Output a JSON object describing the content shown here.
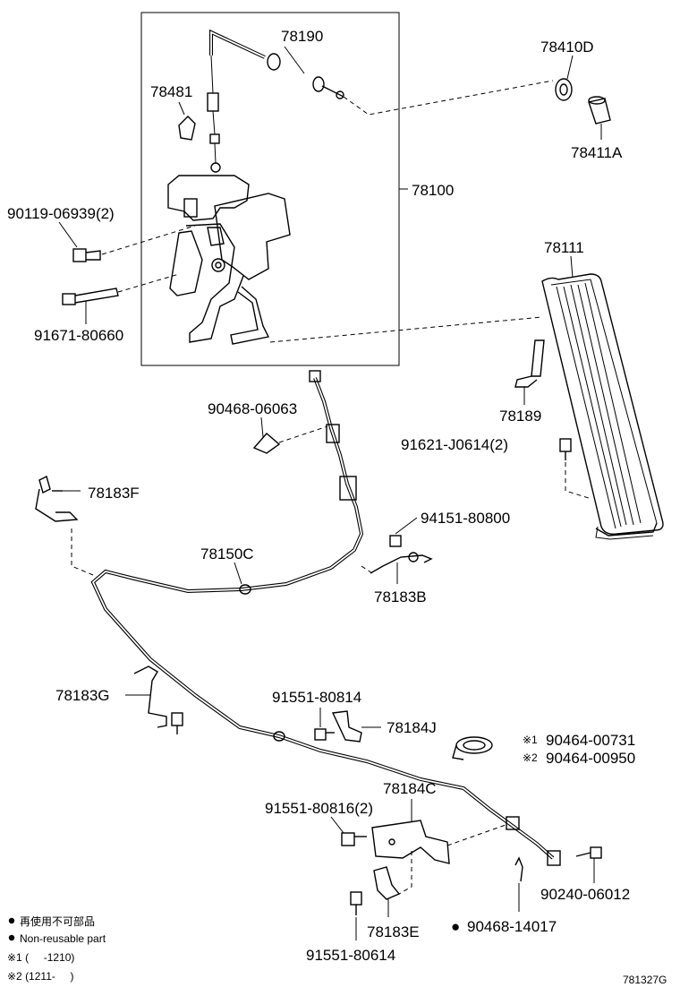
{
  "labels": {
    "p78190": "78190",
    "p78410D": "78410D",
    "p78481": "78481",
    "p78411A": "78411A",
    "p78100": "78100",
    "p90119": "90119-06939(2)",
    "p91671": "91671-80660",
    "p78111": "78111",
    "p78189": "78189",
    "p91621": "91621-J0614(2)",
    "p90468a": "90468-06063",
    "p78183F": "78183F",
    "p94151": "94151-80800",
    "p78150C": "78150C",
    "p78183B": "78183B",
    "p91551a": "91551-80814",
    "p78183G": "78183G",
    "p78184J": "78184J",
    "p90464a": "90464-00731",
    "p90464b": "90464-00950",
    "p78184C": "78184C",
    "p91551b": "91551-80816(2)",
    "p90240": "90240-06012",
    "p78183E": "78183E",
    "p90468b": "90468-14017",
    "p91551c": "91551-80614"
  },
  "marks": {
    "note1": "※1",
    "note2": "※2",
    "nonreusable": "●"
  },
  "legend": {
    "jp": "再使用不可部品",
    "en": "Non-reusable part",
    "range1": "※1 (     -1210)",
    "range2": "※2 (1211-     )"
  },
  "diagram_code": "781327G"
}
